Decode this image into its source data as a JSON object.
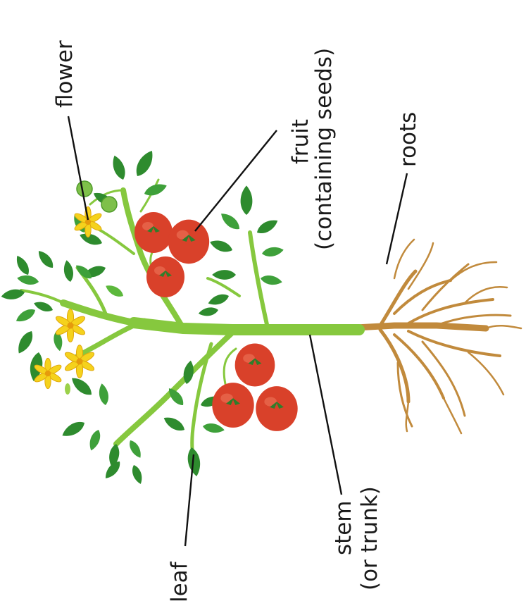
{
  "labels": {
    "flower": "flower",
    "fruit_line1": "fruit",
    "fruit_line2": "(containing seeds)",
    "roots": "roots",
    "leaf": "leaf",
    "stem_line1": "stem",
    "stem_line2": "(or trunk)"
  },
  "colors": {
    "stem": "#86c83e",
    "leaf": "#2e8b2e",
    "fruit": "#d9412a",
    "flower": "#f5d21c",
    "roots": "#c18a3c"
  }
}
